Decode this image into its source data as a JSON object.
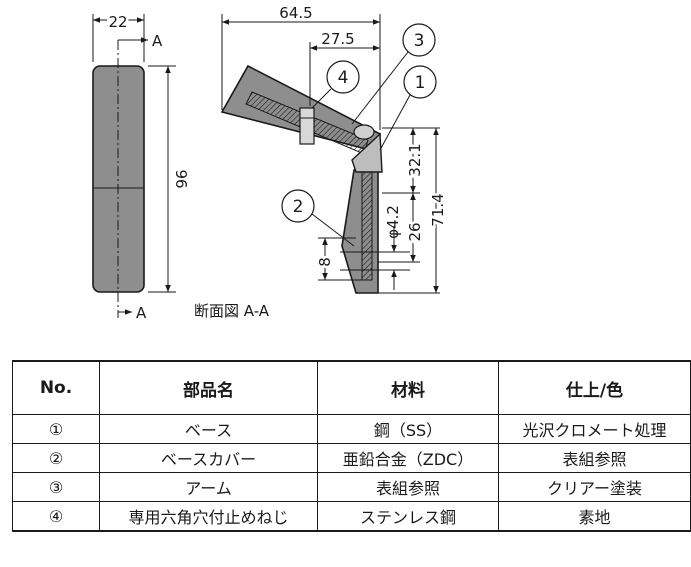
{
  "drawing": {
    "dimensions": {
      "width_front": "22",
      "height_front": "96",
      "overall_width": "64.5",
      "offset_width": "27.5",
      "height_32": "32.1",
      "height_71": "71.4",
      "height_26": "26",
      "hole_dia": "φ4.2",
      "height_8": "8"
    },
    "section_marks": {
      "top": "A",
      "bottom": "A"
    },
    "section_caption": "断面図 A-A",
    "callouts": [
      "1",
      "2",
      "3",
      "4"
    ]
  },
  "table": {
    "headers": [
      "No.",
      "部品名",
      "材料",
      "仕上/色"
    ],
    "rows": [
      {
        "no": "①",
        "name": "ベース",
        "material": "鋼（SS）",
        "finish": "光沢クロメート処理"
      },
      {
        "no": "②",
        "name": "ベースカバー",
        "material": "亜鉛合金（ZDC）",
        "finish": "表組参照"
      },
      {
        "no": "③",
        "name": "アーム",
        "material": "表組参照",
        "finish": "クリアー塗装"
      },
      {
        "no": "④",
        "name": "専用六角穴付止めねじ",
        "material": "ステンレス鋼",
        "finish": "素地"
      }
    ]
  }
}
